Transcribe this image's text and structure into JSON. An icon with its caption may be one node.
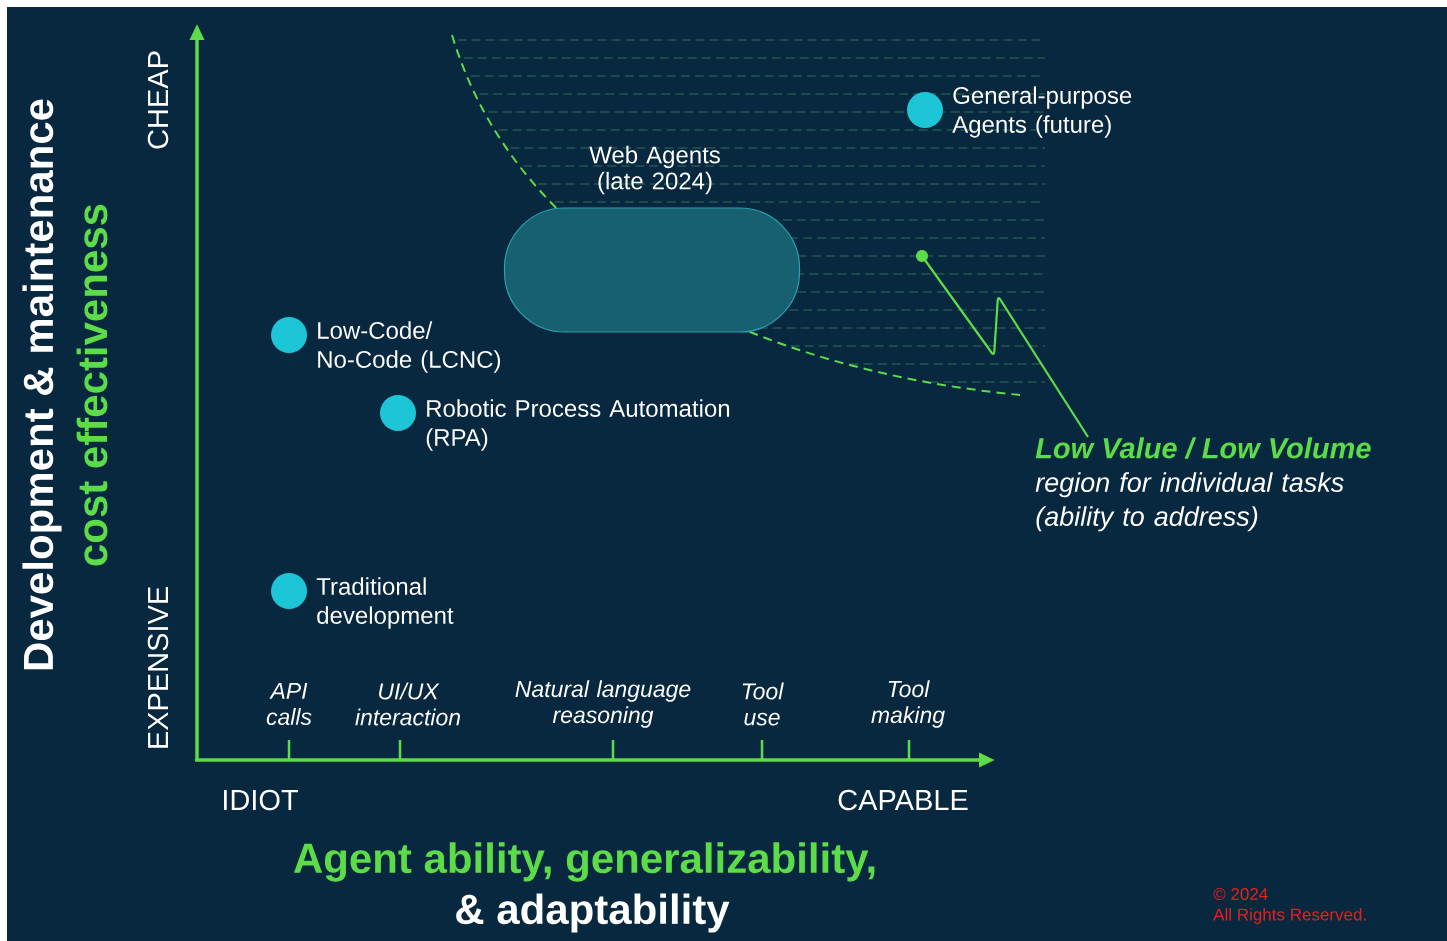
{
  "diagram": {
    "nodes": [
      {
        "text": [
          "General-purpose Agents (future)"
        ],
        "in": 6
      },
      {
        "text": [
          "Web Agents (late 2024)"
        ],
        "in": 6
      },
      {
        "text": [
          "Low-Code/ No-Code (LCNC)"
        ]
      },
      {
        "text": [
          "Robotic Process Automation (RPA)"
        ]
      },
      {
        "text": [
          "Traditional development"
        ]
      },
      {
        "text": [
          "Low Value / Low Volume",
          "region for individual tasks (ability to address)"
        ]
      },
      {
        "text": [],
        "shape": "region"
      }
    ],
    "edges": [
      {
        "from": 5,
        "to": 6,
        "arrow": "none",
        "color": "#5ddc4a"
      }
    ],
    "labels": [
      "Development & maintenance",
      "cost effectiveness",
      "CHEAP",
      "EXPENSIVE",
      "API calls",
      "UI/UX interaction",
      "Natural language reasoning",
      "Tool use",
      "Tool making",
      "IDIOT",
      "CAPABLE",
      "Agent ability, generalizability,",
      "& adaptability",
      "© 2024",
      "All Rights Reserved."
    ]
  }
}
